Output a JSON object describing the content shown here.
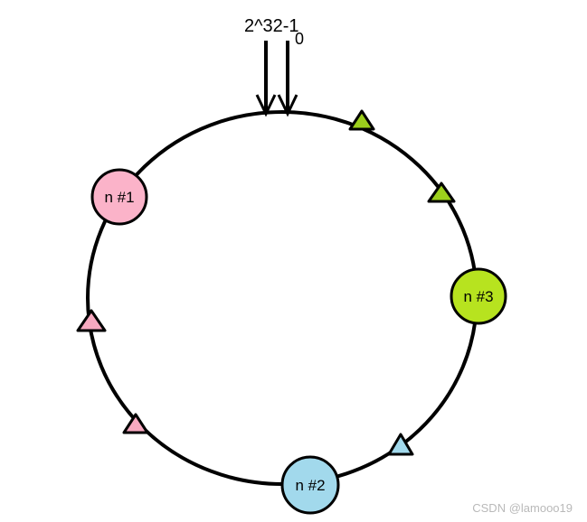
{
  "labels": {
    "max_value": "2^32-1",
    "zero_value": "0"
  },
  "nodes": [
    {
      "id": "node-1",
      "label": "n #1",
      "color": "#fbb3c9"
    },
    {
      "id": "node-2",
      "label": "n #2",
      "color": "#a2d9ec"
    },
    {
      "id": "node-3",
      "label": "n #3",
      "color": "#b7e31f"
    }
  ],
  "key_markers": [
    {
      "color": "#9ccf1c"
    },
    {
      "color": "#9ccf1c"
    },
    {
      "color": "#f7a9c0"
    },
    {
      "color": "#f7a9c0"
    },
    {
      "color": "#a2d9ec"
    }
  ],
  "watermark": "CSDN @lamooo19"
}
